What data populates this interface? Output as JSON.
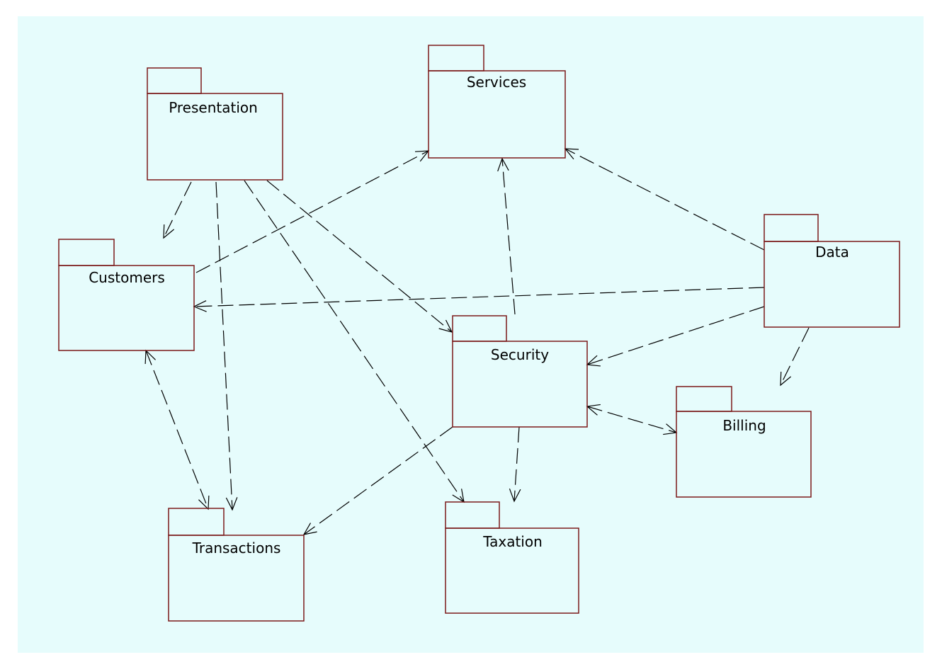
{
  "colors": {
    "background": "#e6fcfc",
    "package_border": "#7b1a1a",
    "dependency_line": "#000000"
  },
  "packages": [
    {
      "id": "presentation",
      "label": "Presentation"
    },
    {
      "id": "services",
      "label": "Services"
    },
    {
      "id": "customers",
      "label": "Customers"
    },
    {
      "id": "data",
      "label": "Data"
    },
    {
      "id": "security",
      "label": "Security"
    },
    {
      "id": "billing",
      "label": "Billing"
    },
    {
      "id": "transactions",
      "label": "Transactions"
    },
    {
      "id": "taxation",
      "label": "Taxation"
    }
  ],
  "dependencies": [
    {
      "from": "presentation",
      "to": "customers",
      "style": "dashed",
      "arrow": "end"
    },
    {
      "from": "presentation",
      "to": "transactions",
      "style": "dashed",
      "arrow": "end"
    },
    {
      "from": "presentation",
      "to": "taxation",
      "style": "dashed",
      "arrow": "end"
    },
    {
      "from": "presentation",
      "to": "security",
      "style": "dashed",
      "arrow": "end"
    },
    {
      "from": "customers",
      "to": "services",
      "style": "dashed",
      "arrow": "end"
    },
    {
      "from": "data",
      "to": "services",
      "style": "dashed",
      "arrow": "end"
    },
    {
      "from": "data",
      "to": "customers",
      "style": "dashed",
      "arrow": "end"
    },
    {
      "from": "data",
      "to": "security",
      "style": "dashed",
      "arrow": "end"
    },
    {
      "from": "data",
      "to": "billing",
      "style": "dashed",
      "arrow": "end"
    },
    {
      "from": "security",
      "to": "services",
      "style": "dashed",
      "arrow": "end"
    },
    {
      "from": "security",
      "to": "transactions",
      "style": "dashed",
      "arrow": "end"
    },
    {
      "from": "security",
      "to": "taxation",
      "style": "dashed",
      "arrow": "end"
    },
    {
      "from": "security",
      "to": "billing",
      "style": "dashed",
      "arrow": "both"
    },
    {
      "from": "customers",
      "to": "transactions",
      "style": "dashed",
      "arrow": "both"
    }
  ]
}
